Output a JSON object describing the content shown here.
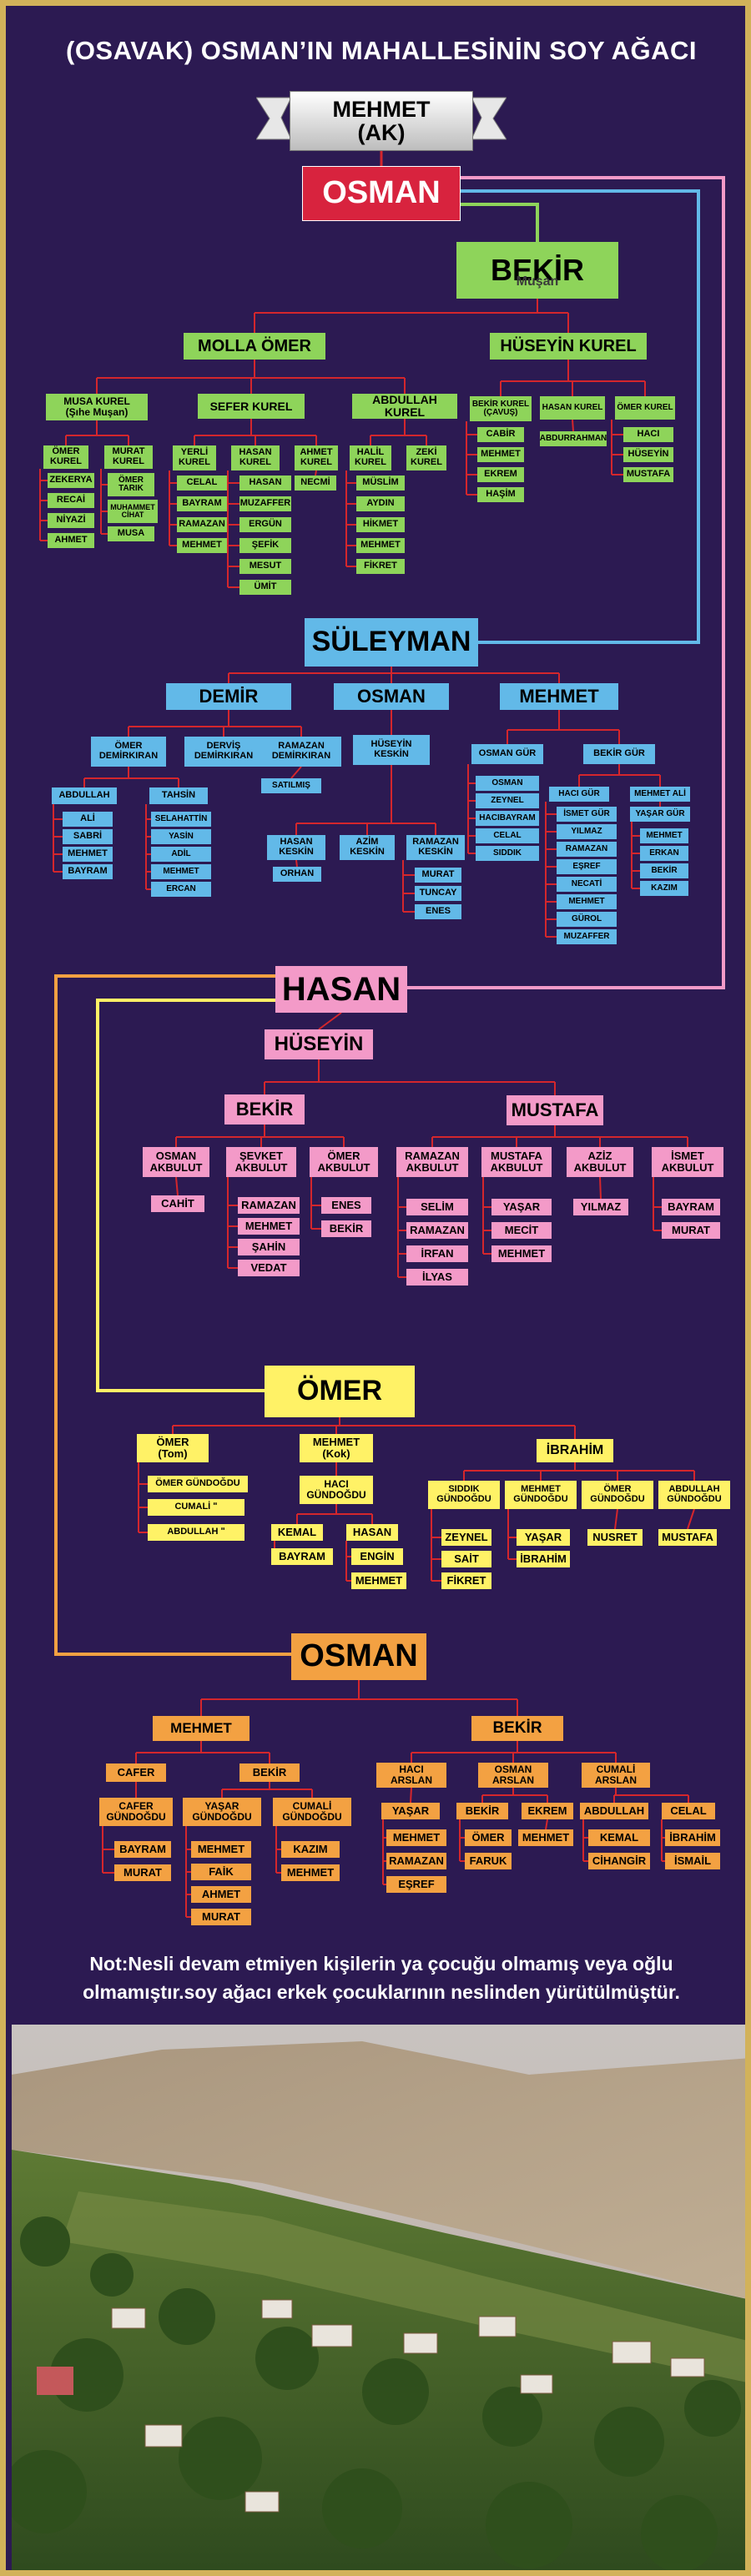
{
  "title": "(OSAVAK) OSMAN’IN  MAHALLESİNİN SOY AĞACI",
  "root": {
    "label": "MEHMET\n(AK)"
  },
  "colors": {
    "green": "#8ed45a",
    "blue": "#62b9e8",
    "pink": "#f39ac8",
    "yellow": "#fff266",
    "orange": "#f3a142",
    "red": "#d8233e",
    "line_red": "#d4262c",
    "background": "#2c1a52",
    "border": "#d2b25a"
  },
  "main_branches": [
    {
      "label": "OSMAN",
      "color": "red"
    },
    {
      "label": "SÜLEYMAN",
      "color": "blue"
    },
    {
      "label": "HASAN",
      "color": "pink"
    },
    {
      "label": "ÖMER",
      "color": "yellow"
    },
    {
      "label": "OSMAN",
      "color": "orange"
    }
  ],
  "bekir": {
    "label": "BEKİR",
    "sublabel": "Muşan"
  },
  "green_nodes": [
    "MOLLA ÖMER",
    "HÜSEYİN KUREL",
    "MUSA KUREL\n(Şıhe Muşan)",
    "SEFER KUREL",
    "ABDULLAH KUREL",
    "BEKİR KUREL\n(ÇAVUŞ)",
    "HASAN KUREL",
    "ÖMER KUREL",
    "ÖMER\nKUREL",
    "MURAT\nKUREL",
    "ZEKERYA",
    "RECAİ",
    "NİYAZİ",
    "AHMET",
    "ÖMER\nTARIK",
    "MUHAMMET\nCİHAT",
    "MUSA",
    "YERLİ\nKUREL",
    "HASAN\nKUREL",
    "AHMET\nKUREL",
    "CELAL",
    "BAYRAM",
    "RAMAZAN",
    "MEHMET",
    "HASAN",
    "MUZAFFER",
    "ERGÜN",
    "ŞEFİK",
    "MESUT",
    "ÜMİT",
    "NECMİ",
    "HALİL\nKUREL",
    "ZEKİ\nKUREL",
    "MÜSLİM",
    "AYDIN",
    "HİKMET",
    "MEHMET",
    "FİKRET",
    "CABİR",
    "MEHMET",
    "EKREM",
    "HAŞİM",
    "ABDURRAHMAN",
    "HACI",
    "HÜSEYİN",
    "MUSTAFA"
  ],
  "blue_nodes": [
    "DEMİR",
    "OSMAN",
    "MEHMET",
    "ÖMER\nDEMİRKIRAN",
    "DERVİŞ\nDEMİRKIRAN",
    "RAMAZAN\nDEMİRKIRAN",
    "HÜSEYİN\nKESKİN",
    "OSMAN GÜR",
    "BEKİR GÜR",
    "ABDULLAH",
    "TAHSİN",
    "SATILMIŞ",
    "ALİ",
    "SABRİ",
    "MEHMET",
    "BAYRAM",
    "SELAHATTİN",
    "YASİN",
    "ADİL",
    "MEHMET",
    "ERCAN",
    "HASAN\nKESKİN",
    "AZİM\nKESKİN",
    "RAMAZAN\nKESKİN",
    "ORHAN",
    "MURAT",
    "TUNCAY",
    "ENES",
    "OSMAN",
    "ZEYNEL",
    "HACIBAYRAM",
    "CELAL",
    "SIDDIK",
    "HACI GÜR",
    "MEHMET ALİ",
    "İSMET GÜR",
    "YILMAZ",
    "RAMAZAN",
    "EŞREF",
    "NECATİ",
    "MEHMET",
    "GÜROL",
    "MUZAFFER",
    "YAŞAR GÜR",
    "MEHMET",
    "ERKAN",
    "BEKİR",
    "KAZIM"
  ],
  "pink_nodes": [
    "HÜSEYİN",
    "BEKİR",
    "MUSTAFA",
    "OSMAN\nAKBULUT",
    "ŞEVKET\nAKBULUT",
    "ÖMER\nAKBULUT",
    "RAMAZAN\nAKBULUT",
    "MUSTAFA\nAKBULUT",
    "AZİZ\nAKBULUT",
    "İSMET\nAKBULUT",
    "CAHİT",
    "RAMAZAN",
    "MEHMET",
    "ŞAHİN",
    "VEDAT",
    "ENES",
    "BEKİR",
    "SELİM",
    "RAMAZAN",
    "İRFAN",
    "İLYAS",
    "YAŞAR",
    "MECİT",
    "MEHMET",
    "YILMAZ",
    "BAYRAM",
    "MURAT"
  ],
  "yellow_nodes": [
    "ÖMER\n(Tom)",
    "MEHMET\n(Kok)",
    "İBRAHİM",
    "ÖMER GÜNDOĞDU",
    "CUMALİ  ʺ",
    "ABDULLAH  ʺ",
    "HACI\nGÜNDOĞDU",
    "KEMAL",
    "BAYRAM",
    "HASAN",
    "ENGİN",
    "MEHMET",
    "SIDDIK\nGÜNDOĞDU",
    "MEHMET\nGÜNDOĞDU",
    "ÖMER\nGÜNDOĞDU",
    "ABDULLAH\nGÜNDOĞDU",
    "ZEYNEL",
    "SAİT",
    "FİKRET",
    "YAŞAR",
    "İBRAHİM",
    "NUSRET",
    "MUSTAFA"
  ],
  "orange_nodes": [
    "MEHMET",
    "BEKİR",
    "CAFER",
    "BEKİR",
    "HACI\nARSLAN",
    "OSMAN\nARSLAN",
    "CUMALİ\nARSLAN",
    "CAFER\nGÜNDOĞDU",
    "BAYRAM",
    "MURAT",
    "YAŞAR\nGÜNDOĞDU",
    "MEHMET",
    "FAİK",
    "AHMET",
    "MURAT",
    "CUMALİ\nGÜNDOĞDU",
    "KAZIM",
    "MEHMET",
    "YAŞAR",
    "MEHMET",
    "RAMAZAN",
    "EŞREF",
    "BEKİR",
    "ÖMER",
    "FARUK",
    "EKREM",
    "MEHMET",
    "ABDULLAH",
    "KEMAL",
    "CİHANGİR",
    "CELAL",
    "İBRAHİM",
    "İSMAİL"
  ],
  "note": "Not:Nesli devam etmiyen kişilerin ya çocuğu olmamış veya oğlu olmamıştır.soy ağacı erkek çocuklarının neslinden yürütülmüştür."
}
